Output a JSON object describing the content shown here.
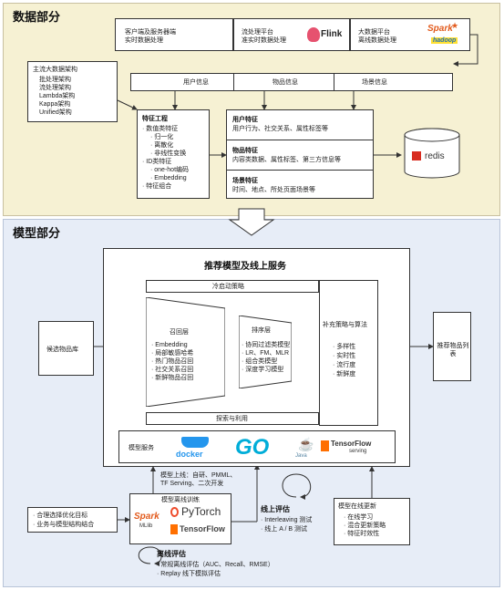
{
  "top_section": {
    "title": "数据部分",
    "sources": [
      {
        "line1": "客户端及服务器端",
        "line2": "实时数据处理"
      },
      {
        "line1": "流处理平台",
        "line2": "准实时数据处理",
        "logo": "Flink"
      },
      {
        "line1": "大数据平台",
        "line2": "离线数据处理",
        "logo": "Spark",
        "logo2": "hadoop"
      }
    ],
    "architecture": {
      "title": "主流大数据架构",
      "items": [
        "批处理架构",
        "流处理架构",
        "Lambda架构",
        "Kappa架构",
        "Unified架构"
      ]
    },
    "info_headers": [
      "用户信息",
      "物品信息",
      "场景信息"
    ],
    "feature_engineering": {
      "title": "特征工程",
      "lines": [
        "· 数值类特征",
        "· 归一化",
        "· 离散化",
        "· 非线性变换",
        "· ID类特征",
        "· one-hot编码",
        "· Embedding",
        "· 特征组合"
      ]
    },
    "features": [
      {
        "title": "用户特征",
        "desc": "用户行为、社交关系、属性标签等"
      },
      {
        "title": "物品特征",
        "desc": "内容类数据、属性标签、第三方信息等"
      },
      {
        "title": "场景特征",
        "desc": "时间、地点、所处页面场景等"
      }
    ],
    "redis_label": "redis"
  },
  "bottom_section": {
    "title": "模型部分",
    "service_title": "推荐模型及线上服务",
    "cold_start": "冷启动策略",
    "explore": "探索与利用",
    "candidate": "候选物品库",
    "recall": {
      "title": "召回层",
      "items": [
        "· Embedding",
        "· 局部敏感哈希",
        "· 热门物品召回",
        "· 社交关系召回",
        "· 新鲜物品召回"
      ]
    },
    "ranking": {
      "title": "排序层",
      "items": [
        "· 协同过滤类模型",
        "· LR、FM、MLR",
        "· 组合类模型",
        "· 深度学习模型"
      ]
    },
    "strategy": {
      "title": "补充策略与算法",
      "items": [
        "· 多样性",
        "· 实时性",
        "· 流行度",
        "· 新鲜度"
      ]
    },
    "result": "推荐物品列表",
    "model_service": {
      "label": "模型服务",
      "logos": [
        "docker",
        "GO",
        "Java",
        "TensorFlow",
        "serving"
      ]
    },
    "online_deploy": [
      "模型上线：自研、PMML、",
      "TF Serving、二次开发"
    ],
    "optimization": [
      "· 合理选择优化目标",
      "· 业务与模型结构结合"
    ],
    "offline_training": {
      "title": "模型离线训练",
      "logos": [
        "Spark",
        "MLlib",
        "PyTorch",
        "TensorFlow"
      ]
    },
    "online_eval": {
      "title": "线上评估",
      "items": [
        "· Interleaving 测试",
        "· 线上 A / B 测试"
      ]
    },
    "offline_eval": {
      "title": "离线评估",
      "items": [
        "· 常规离线评估（AUC、Recall、RMSE）",
        "· Replay 线下模拟评估"
      ]
    },
    "online_update": {
      "title": "模型在线更新",
      "items": [
        "· 在线学习",
        "· 混合更新策略",
        "· 特征时效性"
      ]
    }
  },
  "colors": {
    "top_bg": "#f6f1d3",
    "bottom_bg": "#e7edf7",
    "flink": "#e6526f",
    "spark": "#e25a1c",
    "redis": "#d82c20",
    "docker": "#2496ed",
    "go": "#00add8",
    "tensorflow": "#ff6f00"
  }
}
